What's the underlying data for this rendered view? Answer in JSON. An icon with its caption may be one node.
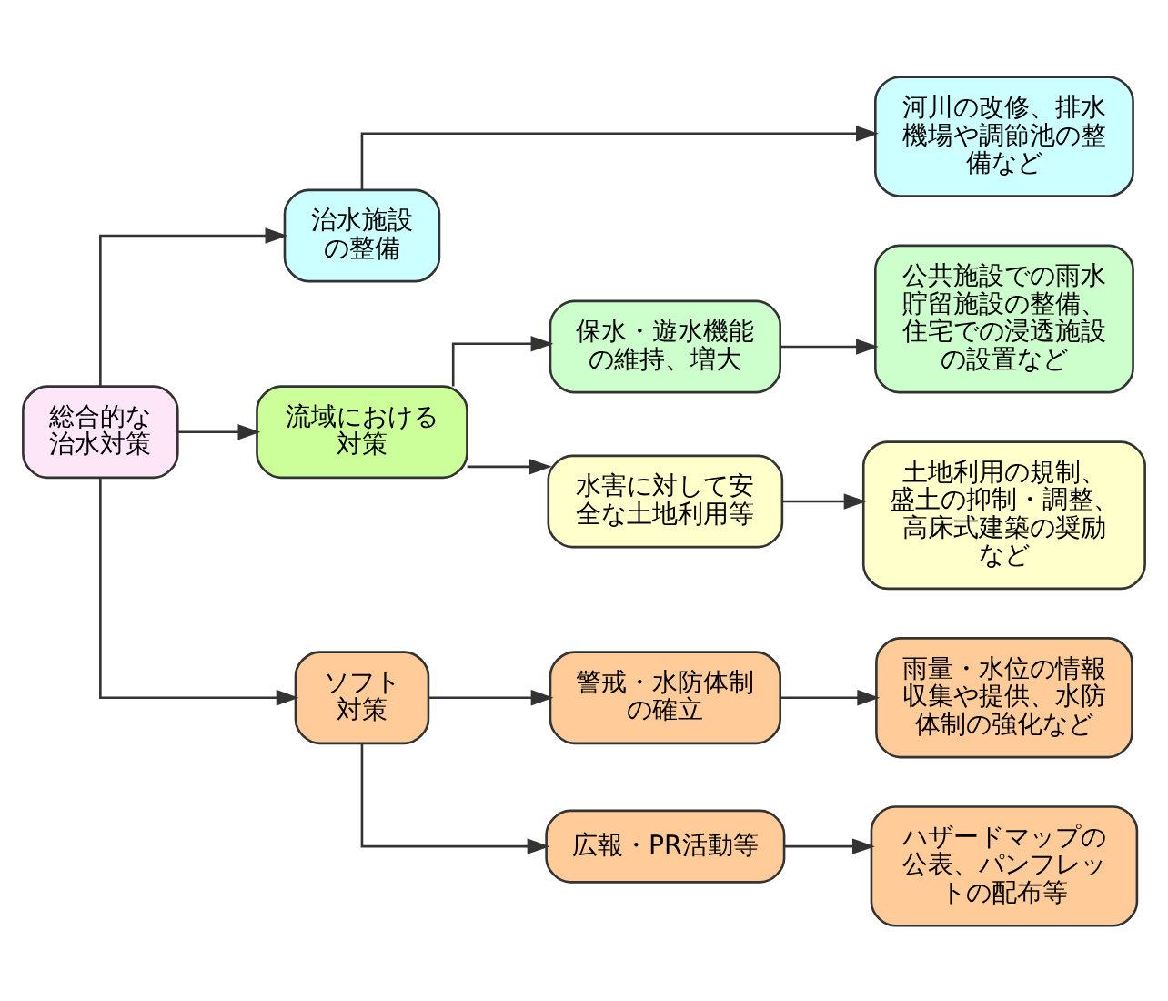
{
  "diagram": {
    "nodes": [
      {
        "text": [
          "総合的な治水対策"
        ]
      },
      {
        "text": [
          "治水施設の整備"
        ]
      },
      {
        "text": [
          "河川の改修、排水機場や調節池の整備など"
        ]
      },
      {
        "text": [
          "流域における対策"
        ]
      },
      {
        "text": [
          "保水・遊水機能の維持、増大"
        ]
      },
      {
        "text": [
          "公共施設での雨水貯留施設の整備、住宅での浸透施設の設置など"
        ]
      },
      {
        "text": [
          "水害に対して安全な土地利用等"
        ]
      },
      {
        "text": [
          "土地利用の規制、盛土の抑制・調整、高床式建築の奨励など"
        ]
      },
      {
        "text": [
          "ソフト対策"
        ]
      },
      {
        "text": [
          "警戒・水防体制の確立"
        ]
      },
      {
        "text": [
          "雨量・水位の情報収集や提供、水防体制の強化など"
        ]
      },
      {
        "text": [
          "広報・PR活動等"
        ]
      },
      {
        "text": [
          "ハザードマップの公表、パンフレットの配布等"
        ]
      }
    ],
    "edges": [
      {
        "from": 0,
        "to": 1,
        "arrow": "to"
      },
      {
        "from": 0,
        "to": 3,
        "arrow": "to"
      },
      {
        "from": 0,
        "to": 8,
        "arrow": "to"
      },
      {
        "from": 1,
        "to": 2,
        "arrow": "to"
      },
      {
        "from": 3,
        "to": 4,
        "arrow": "to"
      },
      {
        "from": 3,
        "to": 6,
        "arrow": "to"
      },
      {
        "from": 4,
        "to": 5,
        "arrow": "to"
      },
      {
        "from": 6,
        "to": 7,
        "arrow": "to"
      },
      {
        "from": 8,
        "to": 9,
        "arrow": "to"
      },
      {
        "from": 8,
        "to": 11,
        "arrow": "to"
      },
      {
        "from": 9,
        "to": 10,
        "arrow": "to"
      },
      {
        "from": 11,
        "to": 12,
        "arrow": "to"
      }
    ]
  }
}
